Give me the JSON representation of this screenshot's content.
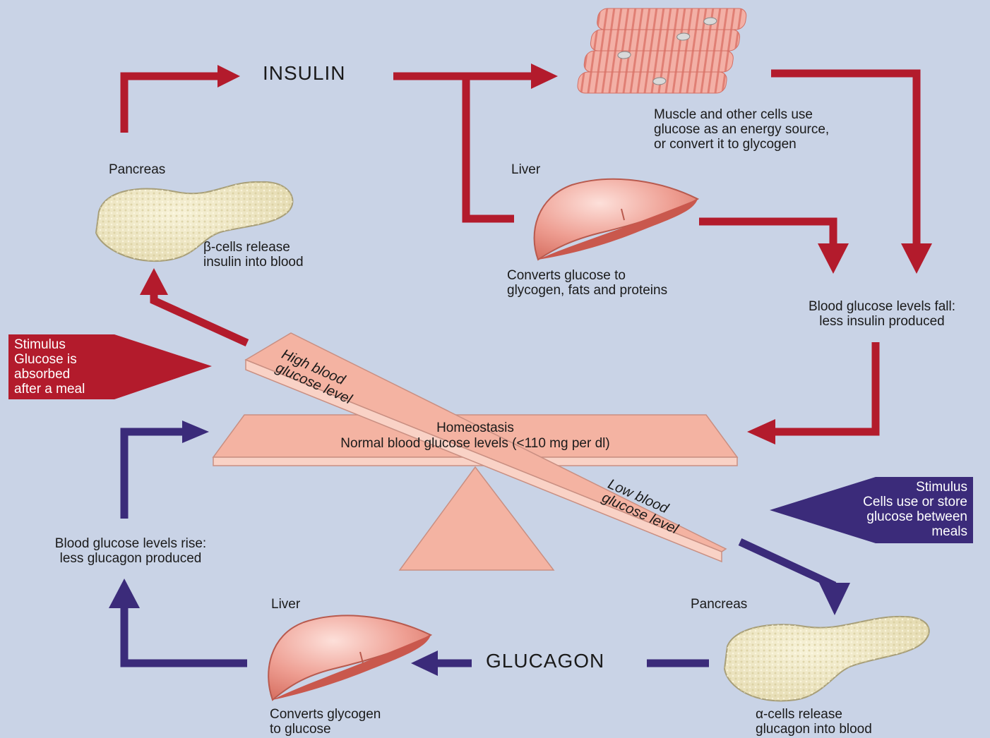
{
  "colors": {
    "background": "#c9d3e6",
    "insulin_arrow": "#b31b2c",
    "glucagon_arrow": "#3b2b7a",
    "scale": "#f4b3a2",
    "pancreas": "#efe8c7",
    "liver": "#e58a80",
    "muscle": "#f1a9a0"
  },
  "labels": {
    "insulin": "INSULIN",
    "glucagon": "GLUCAGON",
    "pancreas_top": "Pancreas",
    "beta_cells": "β-cells release\ninsulin into blood",
    "liver_top": "Liver",
    "liver_top_caption": "Converts glucose to\nglycogen, fats and proteins",
    "muscle_caption": "Muscle and other cells use\nglucose as an energy source,\nor convert it to glycogen",
    "blood_fall": "Blood glucose levels fall:\nless insulin produced",
    "stimulus_top": "Stimulus\nGlucose is\nabsorbed\nafter a meal",
    "high_blood": "High blood\nglucose level",
    "homeostasis_title": "Homeostasis",
    "homeostasis_sub": "Normal blood glucose levels (<110 mg per dl)",
    "low_blood": "Low blood\nglucose level",
    "stimulus_bottom": "Stimulus\nCells use or store\nglucose between\nmeals",
    "blood_rise": "Blood glucose levels rise:\nless glucagon produced",
    "liver_bottom": "Liver",
    "liver_bottom_caption": "Converts glycogen\nto glucose",
    "pancreas_bottom": "Pancreas",
    "alpha_cells": "α-cells release\nglucagon into blood"
  },
  "icons": [
    "pancreas-illustration",
    "liver-illustration",
    "muscle-cells-illustration",
    "balance-scale"
  ]
}
